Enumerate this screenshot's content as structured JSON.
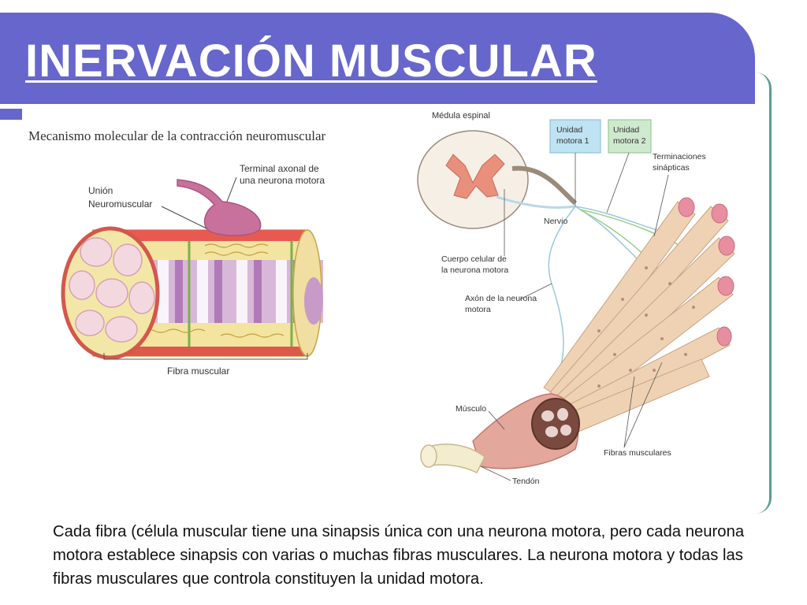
{
  "slide": {
    "title": "INERVACIÓN MUSCULAR",
    "caption": "Cada fibra (célula muscular tiene una sinapsis única con una neurona motora, pero cada neurona motora establece sinapsis con varias o muchas fibras musculares. La neurona motora y todas las fibras musculares que controla constituyen la unidad motora."
  },
  "left_figure": {
    "heading": "Mecanismo molecular de la contracción neuromuscular",
    "labels": {
      "axon_terminal_1": "Terminal axonal de",
      "axon_terminal_2": "una neurona motora",
      "junction_1": "Unión",
      "junction_2": "Neuromuscular",
      "fiber": "Fibra muscular"
    }
  },
  "right_figure": {
    "labels": {
      "spinal_cord": "Médula espinal",
      "unit1_1": "Unidad",
      "unit1_2": "motora 1",
      "unit2_1": "Unidad",
      "unit2_2": "motora 2",
      "terminals_1": "Terminaciones",
      "terminals_2": "sinápticas",
      "nerve": "Nervio",
      "cell_body_1": "Cuerpo celular de",
      "cell_body_2": "la neurona motora",
      "axon_1": "Axón de la neurona",
      "axon_2": "motora",
      "muscle": "Músculo",
      "fibers": "Fibras musculares",
      "tendon": "Tendón"
    }
  },
  "colors": {
    "title_bar": "#6666cc",
    "frame_line": "#5a9c94",
    "fiber": "#efd2b4",
    "neuron": "#c8719c",
    "unit1_box": "#bfe3f2",
    "unit2_box": "#cfe9cf"
  }
}
